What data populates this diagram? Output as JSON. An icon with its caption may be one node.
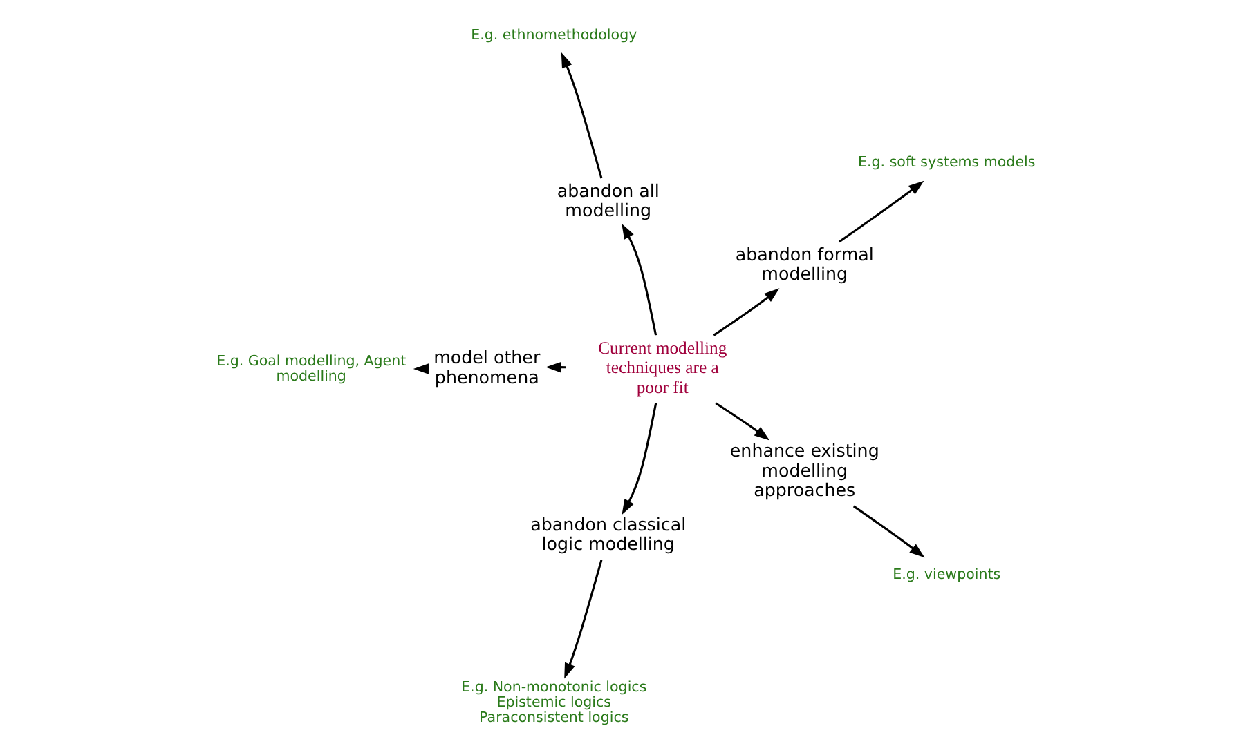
{
  "diagram": {
    "nodes": [
      {
        "text": [
          "Current modelling techniques are a poor fit"
        ]
      },
      {
        "text": [
          "abandon formal modelling"
        ]
      },
      {
        "text": [
          "E.g. soft systems models"
        ]
      },
      {
        "text": [
          "abandon all modelling"
        ]
      },
      {
        "text": [
          "E.g. ethnomethodology"
        ]
      },
      {
        "text": [
          "model other phenomena"
        ]
      },
      {
        "text": [
          "E.g. Goal modelling, Agent modelling"
        ]
      },
      {
        "text": [
          "abandon classical logic modelling"
        ]
      },
      {
        "text": [
          "E.g. Non-monotonic logics",
          "Epistemic logics",
          "Paraconsistent logics"
        ]
      },
      {
        "text": [
          "enhance existing modelling approaches"
        ]
      },
      {
        "text": [
          "E.g. viewpoints"
        ]
      }
    ],
    "edges": [
      {
        "from": 0,
        "to": 1,
        "arrow": "to"
      },
      {
        "from": 1,
        "to": 2,
        "arrow": "to"
      },
      {
        "from": 0,
        "to": 3,
        "arrow": "to"
      },
      {
        "from": 3,
        "to": 4,
        "arrow": "to"
      },
      {
        "from": 0,
        "to": 5,
        "arrow": "to"
      },
      {
        "from": 5,
        "to": 6,
        "arrow": "to"
      },
      {
        "from": 0,
        "to": 7,
        "arrow": "to"
      },
      {
        "from": 7,
        "to": 8,
        "arrow": "to"
      },
      {
        "from": 0,
        "to": 9,
        "arrow": "to"
      },
      {
        "from": 9,
        "to": 10,
        "arrow": "to"
      }
    ]
  }
}
